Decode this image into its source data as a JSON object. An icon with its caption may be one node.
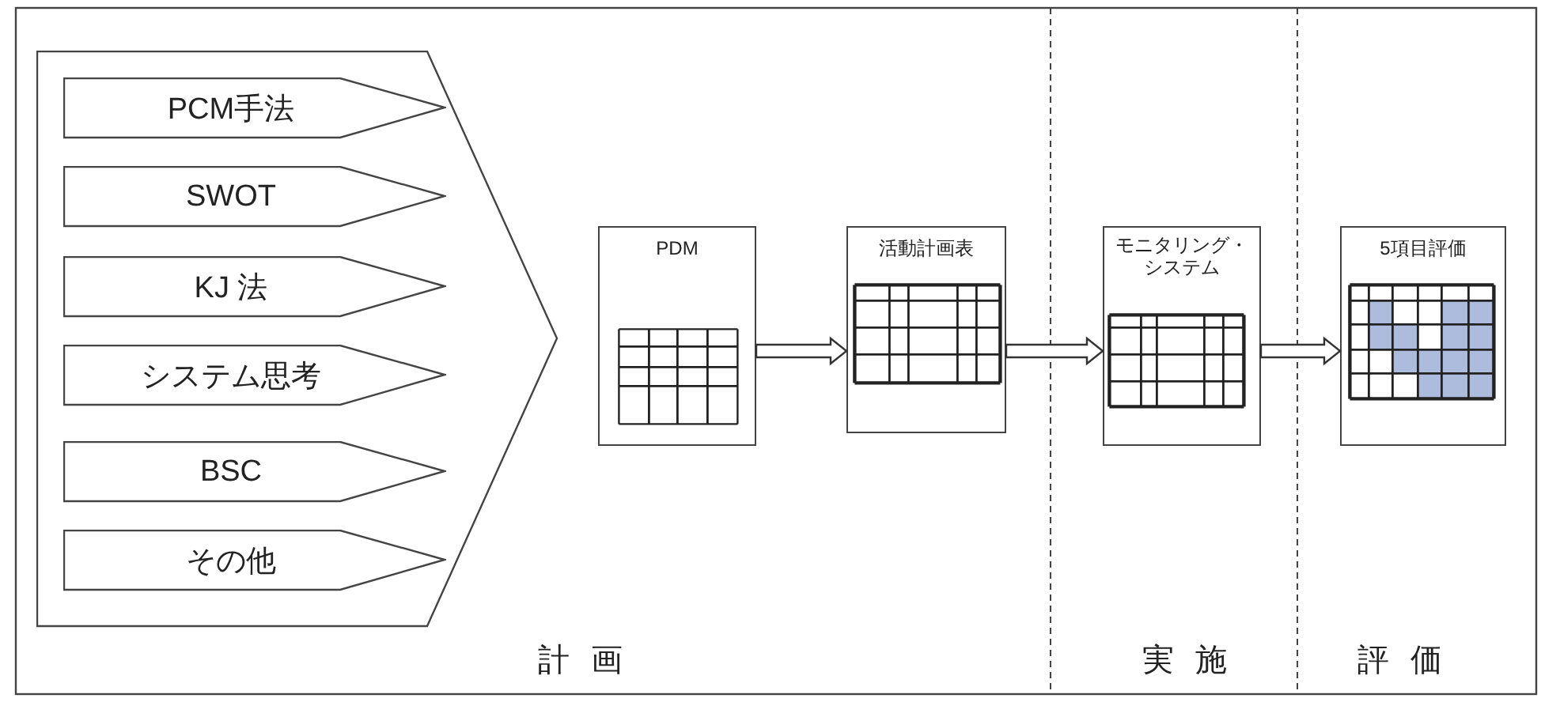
{
  "diagram": {
    "nodes": [
      {
        "text": [],
        "shape": "pentagon"
      },
      {
        "text": [
          "PCM手法"
        ],
        "in": 0
      },
      {
        "text": [
          "SWOT"
        ],
        "in": 0
      },
      {
        "text": [
          "KJ 法"
        ],
        "in": 0
      },
      {
        "text": [
          "システム思考"
        ],
        "in": 0
      },
      {
        "text": [
          "BSC"
        ],
        "in": 0
      },
      {
        "text": [
          "その他"
        ],
        "in": 0
      },
      {
        "text": [
          "PDM"
        ]
      },
      {
        "text": [
          "活動計画表"
        ]
      },
      {
        "text": [
          "モニタリング・システム"
        ]
      },
      {
        "text": [
          "5項目評価"
        ]
      }
    ],
    "edges": [
      {
        "from": 7,
        "to": 8,
        "arrow": "to"
      },
      {
        "from": 8,
        "to": 9,
        "arrow": "to"
      },
      {
        "from": 9,
        "to": 10,
        "arrow": "to"
      }
    ],
    "labels": [
      "計 画",
      "実 施",
      "評 価"
    ]
  }
}
